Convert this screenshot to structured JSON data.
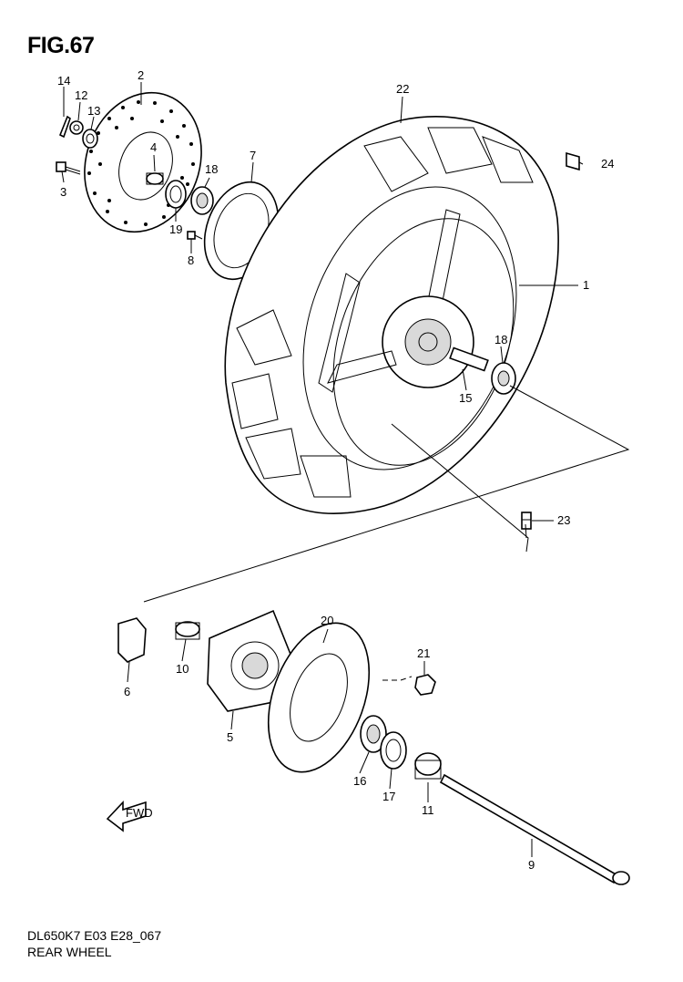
{
  "figure": {
    "title": "FIG.67",
    "code": "DL650K7 E03 E28_067",
    "name": "REAR WHEEL"
  },
  "fwd_arrow": {
    "label": "FWD"
  },
  "callouts": {
    "c1": "1",
    "c2": "2",
    "c3": "3",
    "c4": "4",
    "c5": "5",
    "c6": "6",
    "c7": "7",
    "c8": "8",
    "c9": "9",
    "c10": "10",
    "c11": "11",
    "c12": "12",
    "c13": "13",
    "c14": "14",
    "c15": "15",
    "c16": "16",
    "c17": "17",
    "c18a": "18",
    "c18b": "18",
    "c19": "19",
    "c20": "20",
    "c21": "21",
    "c22": "22",
    "c23": "23",
    "c24": "24"
  }
}
